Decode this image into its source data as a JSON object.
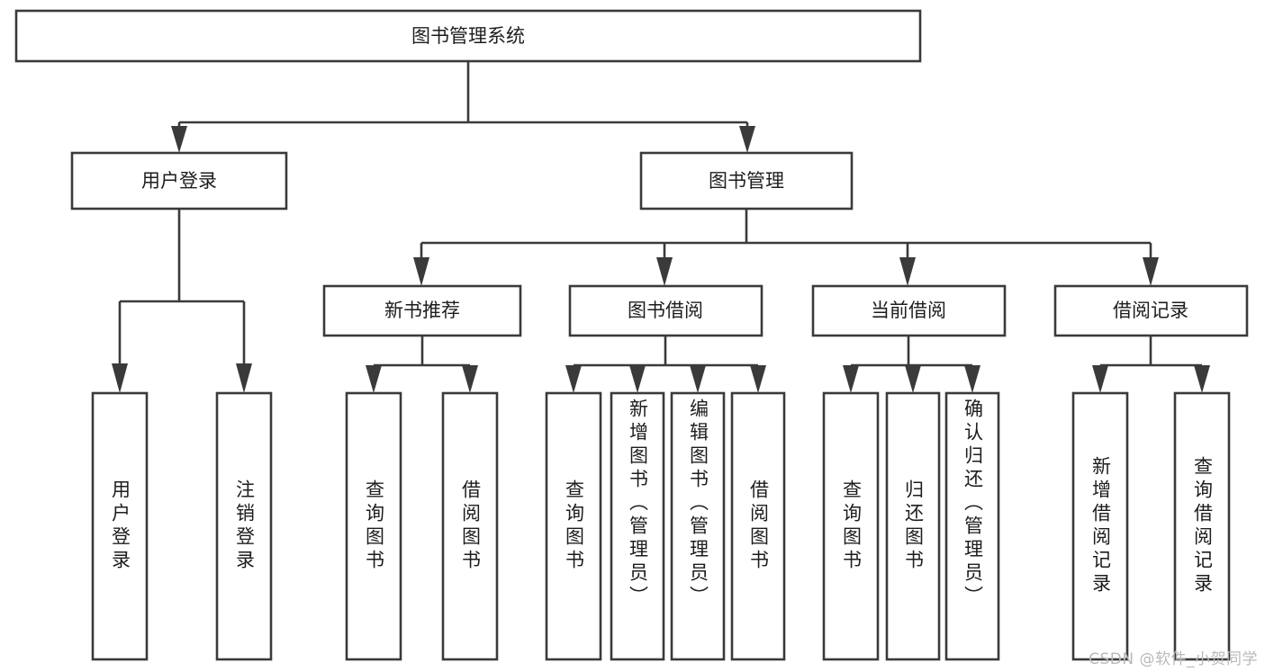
{
  "diagram": {
    "type": "hierarchy-tree",
    "title": "图书管理系统",
    "watermark": "CSDN @软件_小贺同学",
    "colors": {
      "stroke": "#3a3a3a",
      "fill": "#ffffff",
      "text": "#1d1d1d",
      "watermark": "#b9b9b9"
    },
    "root": {
      "label": "图书管理系统"
    },
    "level2": [
      {
        "label": "用户登录"
      },
      {
        "label": "图书管理"
      }
    ],
    "level3": [
      {
        "label": "新书推荐"
      },
      {
        "label": "图书借阅"
      },
      {
        "label": "当前借阅"
      },
      {
        "label": "借阅记录"
      }
    ],
    "leaves": {
      "user_login": [
        {
          "label": "用户登录"
        },
        {
          "label": "注销登录"
        }
      ],
      "new_book_recommend": [
        {
          "label": "查询图书"
        },
        {
          "label": "借阅图书"
        }
      ],
      "book_borrow": [
        {
          "label": "查询图书"
        },
        {
          "label": "新增图书（管理员）"
        },
        {
          "label": "编辑图书（管理员）"
        },
        {
          "label": "借阅图书"
        }
      ],
      "current_borrow": [
        {
          "label": "查询图书"
        },
        {
          "label": "归还图书"
        },
        {
          "label": "确认归还（管理员）"
        }
      ],
      "borrow_record": [
        {
          "label": "新增借阅记录"
        },
        {
          "label": "查询借阅记录"
        }
      ]
    }
  }
}
